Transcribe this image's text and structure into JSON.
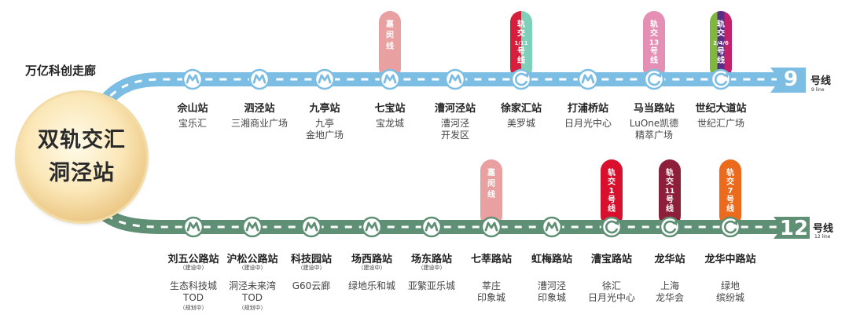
{
  "hub": {
    "corridor": "万亿科创走廊",
    "title_line1": "双轨交汇",
    "title_line2": "洞泾站"
  },
  "line9": {
    "number": "9",
    "label": "号线",
    "label_en": "9 line",
    "color": "#7cbde4",
    "stations": [
      {
        "name": "佘山站",
        "sub": [
          "宝乐汇"
        ],
        "transfer": false
      },
      {
        "name": "泗泾站",
        "sub": [
          "三湘商业广场"
        ],
        "transfer": false
      },
      {
        "name": "九亭站",
        "sub": [
          "九亭",
          "金地广场"
        ],
        "transfer": false
      },
      {
        "name": "七宝站",
        "sub": [
          "宝龙城"
        ],
        "transfer": false,
        "pill": {
          "chars": [
            "嘉",
            "闵",
            "线"
          ],
          "colors": [
            "#e9a0a0"
          ]
        }
      },
      {
        "name": "漕河泾站",
        "sub": [
          "漕河泾",
          "开发区"
        ],
        "transfer": false
      },
      {
        "name": "徐家汇站",
        "sub": [
          "美罗城"
        ],
        "transfer": true,
        "pill": {
          "chars": [
            "轨",
            "交",
            "1/11",
            "号",
            "线"
          ],
          "colors": [
            "#d4203c",
            "#7fd0b8"
          ]
        }
      },
      {
        "name": "打浦桥站",
        "sub": [
          "日月光中心"
        ],
        "transfer": false
      },
      {
        "name": "马当路站",
        "sub": [
          "LuOne凯德",
          "精萃广场"
        ],
        "transfer": true,
        "pill": {
          "chars": [
            "轨",
            "交",
            "13",
            "号",
            "线"
          ],
          "colors": [
            "#e58fb5"
          ]
        }
      },
      {
        "name": "世纪大道站",
        "sub": [
          "世纪汇广场"
        ],
        "transfer": true,
        "pill": {
          "chars": [
            "轨",
            "交",
            "2/4/6",
            "号",
            "线"
          ],
          "colors": [
            "#7fb93a",
            "#5a2e86",
            "#c4216d"
          ]
        }
      }
    ]
  },
  "line12": {
    "number": "12",
    "label": "号线",
    "label_en": "12 line",
    "color": "#5f8f74",
    "stations": [
      {
        "name": "刘五公路站",
        "building": "（建设中）",
        "sub": [
          "生态科技城",
          "TOD"
        ],
        "plan": "（规划中）",
        "transfer": false
      },
      {
        "name": "沪松公路站",
        "building": "（建设中）",
        "sub": [
          "洞泾未来湾",
          "TOD"
        ],
        "plan": "（规划中）",
        "transfer": false
      },
      {
        "name": "科技园站",
        "building": "（建设中）",
        "sub": [
          "G60云廊"
        ],
        "transfer": false
      },
      {
        "name": "场西路站",
        "building": "（建设中）",
        "sub": [
          "绿地乐和城"
        ],
        "transfer": false
      },
      {
        "name": "场东路站",
        "building": "（建设中）",
        "sub": [
          "亚繁亚乐城"
        ],
        "transfer": false
      },
      {
        "name": "七莘路站",
        "sub": [
          "莘庄",
          "印象城"
        ],
        "transfer": false,
        "pill": {
          "chars": [
            "嘉",
            "闵",
            "线"
          ],
          "colors": [
            "#e9a0a0"
          ]
        }
      },
      {
        "name": "虹梅路站",
        "sub": [
          "漕河泾",
          "印象城"
        ],
        "transfer": false
      },
      {
        "name": "漕宝路站",
        "sub": [
          "徐汇",
          "日月光中心"
        ],
        "transfer": true,
        "pill": {
          "chars": [
            "轨",
            "交",
            "1",
            "号",
            "线"
          ],
          "colors": [
            "#d8102e"
          ]
        }
      },
      {
        "name": "龙华站",
        "sub": [
          "上海",
          "龙华会"
        ],
        "transfer": true,
        "pill": {
          "chars": [
            "轨",
            "交",
            "11",
            "号",
            "线"
          ],
          "colors": [
            "#8e1f3a"
          ]
        }
      },
      {
        "name": "龙华中路站",
        "sub": [
          "绿地",
          "缤纷城"
        ],
        "transfer": true,
        "pill": {
          "chars": [
            "轨",
            "交",
            "7",
            "号",
            "线"
          ],
          "colors": [
            "#ec6a1b"
          ]
        }
      }
    ]
  }
}
